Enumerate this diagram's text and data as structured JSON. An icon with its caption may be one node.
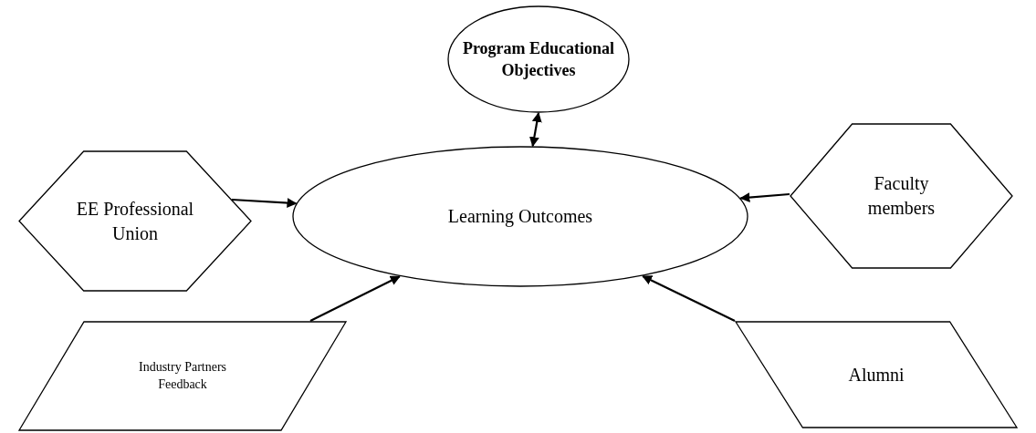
{
  "diagram": {
    "nodes": [
      {
        "text": [
          "Program Educational Objectives"
        ]
      },
      {
        "text": [
          "EE Professional Union"
        ]
      },
      {
        "text": [
          "Learning Outcomes"
        ]
      },
      {
        "text": [
          "Faculty members"
        ]
      },
      {
        "text": [
          "Industry Partners Feedback"
        ]
      },
      {
        "text": [
          "Alumni"
        ]
      }
    ],
    "edges": [
      {
        "from": 0,
        "to": 2,
        "arrow": "both"
      },
      {
        "from": 1,
        "to": 2,
        "arrow": "to"
      },
      {
        "from": 3,
        "to": 2,
        "arrow": "to"
      },
      {
        "from": 4,
        "to": 2,
        "arrow": "to"
      },
      {
        "from": 5,
        "to": 2,
        "arrow": "to"
      }
    ]
  }
}
